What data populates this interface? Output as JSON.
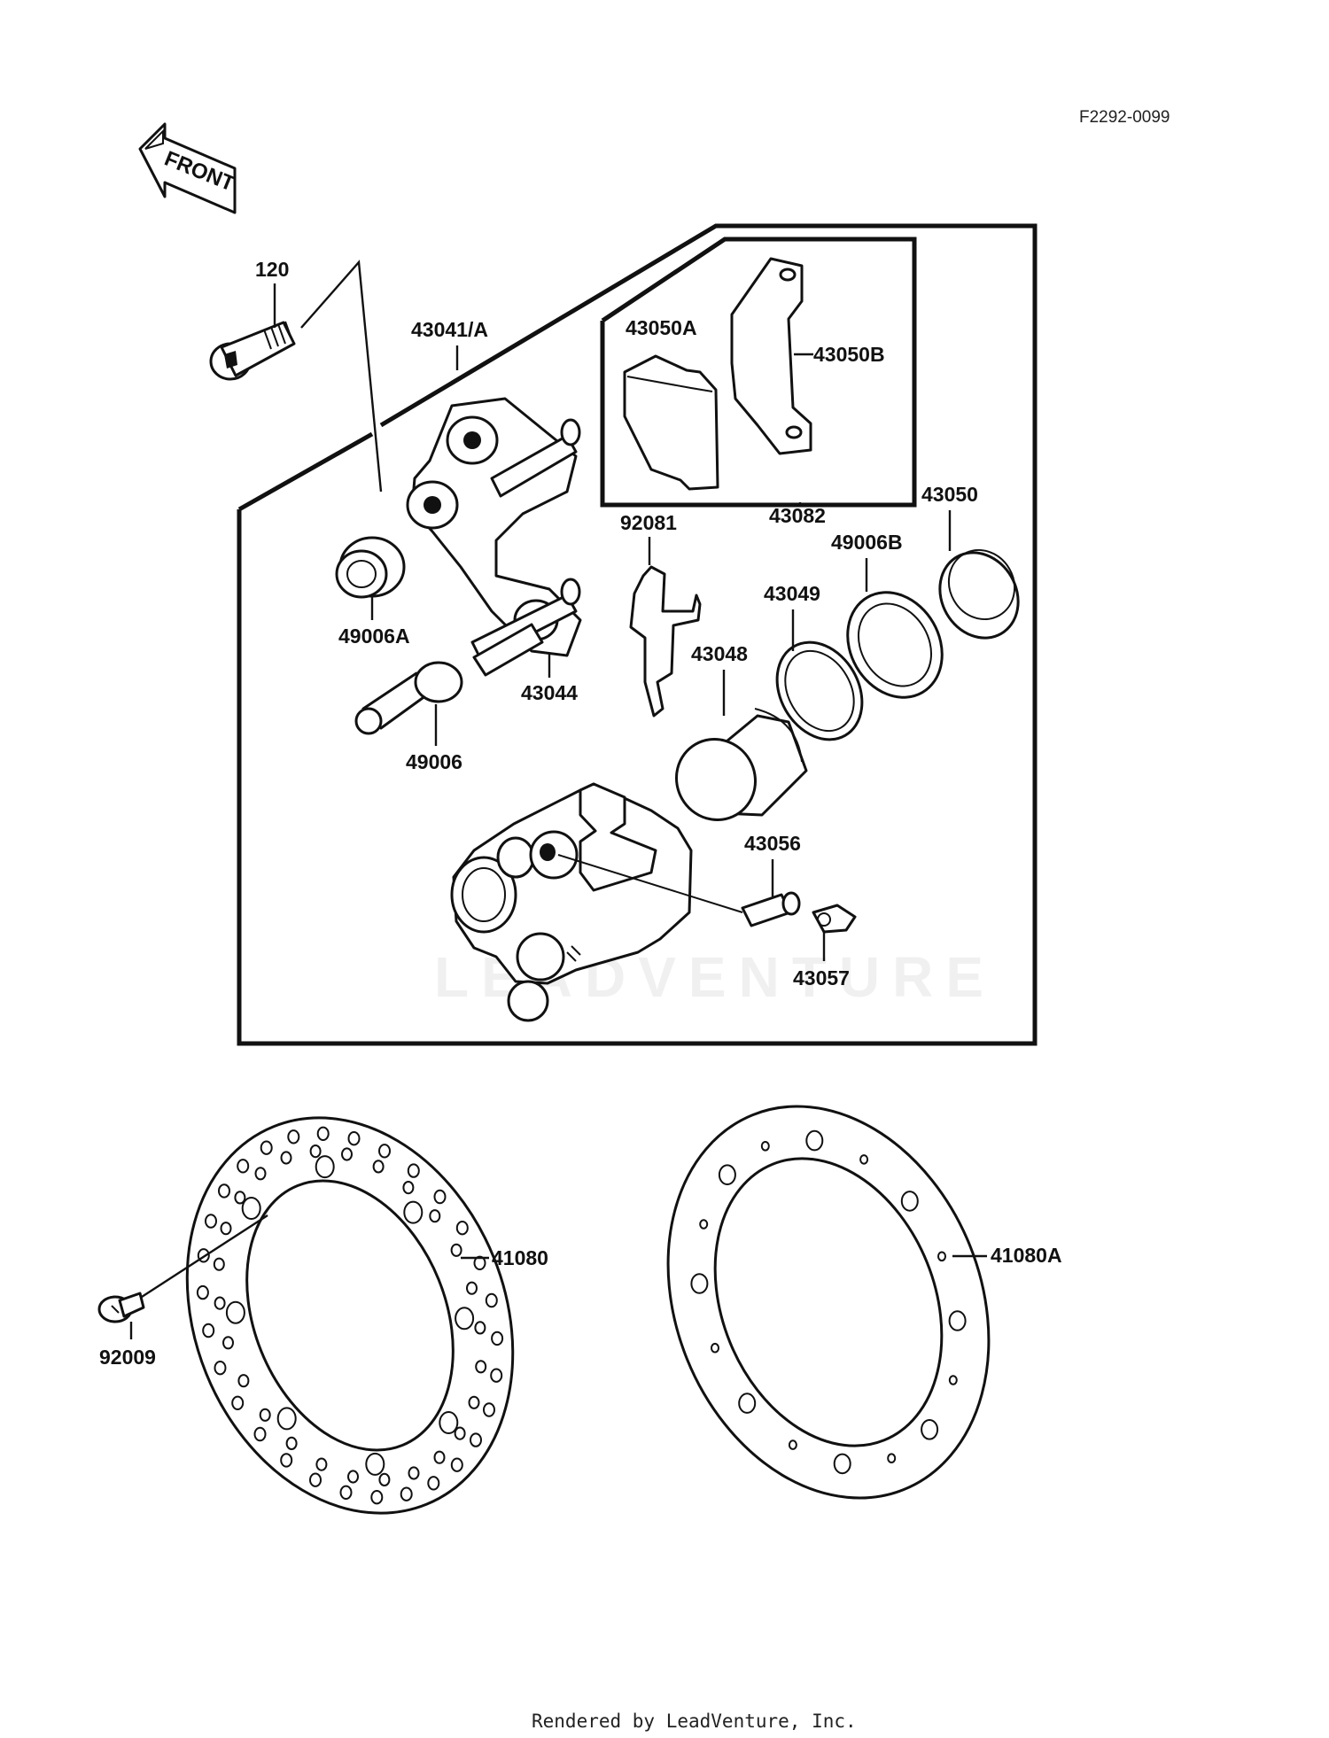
{
  "diagram": {
    "reference_code": "F2292-0099",
    "front_arrow_text": "FRONT",
    "watermark": "LEADVENTURE",
    "footer": "Rendered by LeadVenture, Inc.",
    "part_labels": {
      "p120": "120",
      "p43041A": "43041/A",
      "p43050A": "43050A",
      "p43050B": "43050B",
      "p43082": "43082",
      "p43050": "43050",
      "p92081": "92081",
      "p49006B": "49006B",
      "p43049": "43049",
      "p49006A": "49006A",
      "p43048": "43048",
      "p43044": "43044",
      "p49006": "49006",
      "p43056": "43056",
      "p43057": "43057",
      "p41080": "41080",
      "p41080A": "41080A",
      "p92009": "92009"
    }
  }
}
